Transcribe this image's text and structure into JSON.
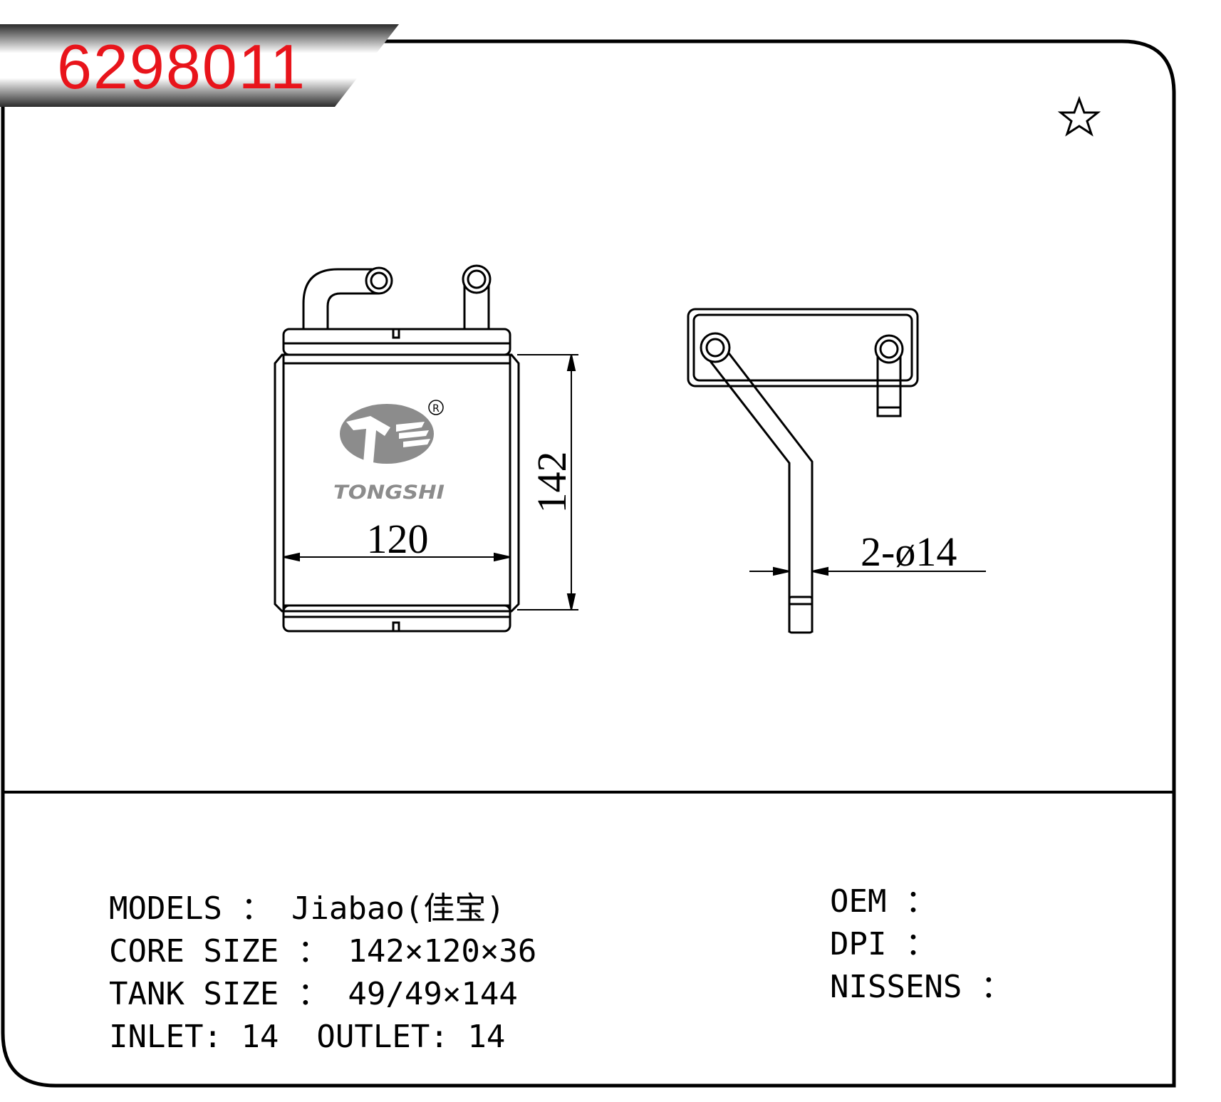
{
  "part_number": "6298011",
  "brand": {
    "logo_text": "TONGSHI",
    "registered_mark": "R"
  },
  "icons": {
    "favorite": "star-icon"
  },
  "dimensions": {
    "height": "142",
    "width": "120",
    "pipe": "2-ø14"
  },
  "specs_left": [
    {
      "label": "MODELS",
      "sep": "：",
      "value": "Jiabao(佳宝)"
    },
    {
      "label": "CORE SIZE",
      "sep": "：",
      "value": "142×120×36"
    },
    {
      "label": "TANK SIZE",
      "sep": "：",
      "value": "49/49×144"
    }
  ],
  "ports": {
    "inlet_label": "INLET:",
    "inlet_value": "14",
    "outlet_label": "OUTLET:",
    "outlet_value": "14"
  },
  "specs_right": [
    {
      "label": "OEM",
      "sep": "：",
      "value": ""
    },
    {
      "label": "DPI",
      "sep": "：",
      "value": ""
    },
    {
      "label": "NISSENS",
      "sep": "：",
      "value": ""
    }
  ],
  "colors": {
    "title": "#e8141b",
    "line": "#000000",
    "logo": "#8c8c8c"
  }
}
